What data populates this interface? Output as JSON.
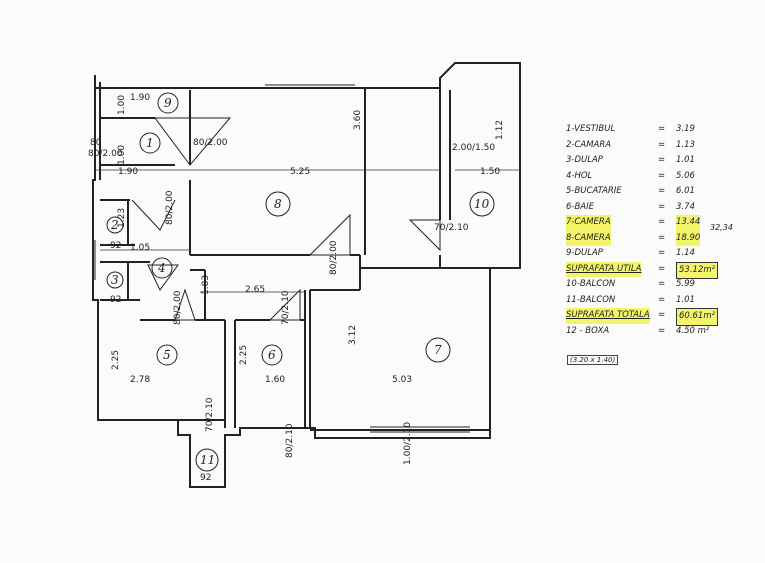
{
  "rooms": [
    {
      "num": "1",
      "name": "VESTIBUL",
      "area": "3.19"
    },
    {
      "num": "2",
      "name": "CAMARA",
      "area": "1.13"
    },
    {
      "num": "3",
      "name": "DULAP",
      "area": "1.01"
    },
    {
      "num": "4",
      "name": "HOL",
      "area": "5.06"
    },
    {
      "num": "5",
      "name": "BUCATARIE",
      "area": "6.01"
    },
    {
      "num": "6",
      "name": "BAIE",
      "area": "3.74"
    },
    {
      "num": "7",
      "name": "CAMERA",
      "area": "13.44"
    },
    {
      "num": "8",
      "name": "CAMERA",
      "area": "18.90"
    },
    {
      "num": "9",
      "name": "DULAP",
      "area": "1.14"
    },
    {
      "num": "10",
      "name": "BALCON",
      "area": "5.99"
    },
    {
      "num": "11",
      "name": "BALCON",
      "area": "1.01"
    },
    {
      "num": "12",
      "name": "BOXA",
      "area": "4.50 m²"
    }
  ],
  "legend": {
    "row1": "1-VESTIBUL",
    "row2": "2-CAMARA",
    "row3": "3-DULAP",
    "row4": "4-HOL",
    "row5": "5-BUCATARIE",
    "row6": "6-BAIE",
    "row7": "7-CAMERA",
    "row8": "8-CAMERA",
    "row9": "9-DULAP",
    "util_label": "SUPRAFATA UTILA",
    "util_value": "53.12m²",
    "row10": "10-BALCON",
    "row11": "11-BALCON",
    "total_label": "SUPRAFATA TOTALA",
    "total_value": "60.61m²",
    "row12": "12 - BOXA",
    "row12_sub": "(3.20 x 1.40)",
    "brace_note": "32,34",
    "eq": "="
  },
  "dimensions": {
    "d190a": "1.90",
    "d190b": "1.90",
    "d525": "5.25",
    "d150": "1.50",
    "d105": "1.05",
    "d265": "2.65",
    "d278": "2.78",
    "d160": "1.60",
    "d503": "5.03",
    "d92a": "92",
    "d92b": "92",
    "d92c": "92",
    "d360": "3.60",
    "d112": "1.12",
    "d312": "3.12",
    "d225a": "2.25",
    "d225b": "2.25",
    "d183": "1.83",
    "d100": "1.00",
    "d80": "80",
    "d123": "1.23",
    "door80_200a": "80/2.00",
    "door80_200b": "80/2.00",
    "door200_150": "2.00/1.50",
    "door70_210": "70/2.10",
    "d80_200c": "80/2.00",
    "d80_200d": "80/2.00",
    "d80_200e": "80/2.00",
    "d70_210b": "70/2.10",
    "d100_210": "1.00/2.10",
    "d80_210": "80/2.10",
    "d70_210c": "70/2.10"
  }
}
